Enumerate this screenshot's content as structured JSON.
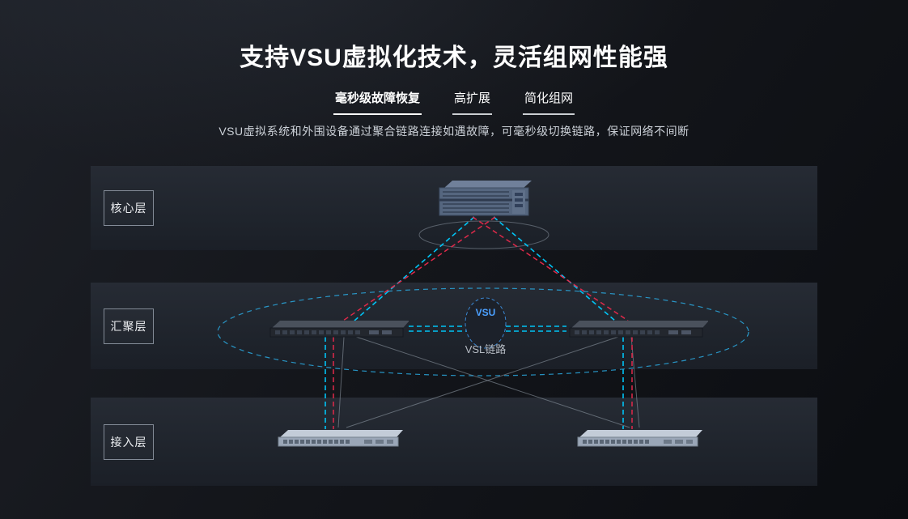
{
  "page": {
    "title": "支持VSU虚拟化技术，灵活组网性能强",
    "tabs": [
      {
        "label": "毫秒级故障恢复",
        "active": true
      },
      {
        "label": "高扩展",
        "active": false
      },
      {
        "label": "简化组网",
        "active": false
      }
    ],
    "description": "VSU虚拟系统和外围设备通过聚合链路连接如遇故障，可毫秒级切换链路，保证网络不间断"
  },
  "diagram": {
    "layers": [
      {
        "label": "核心层"
      },
      {
        "label": "汇聚层"
      },
      {
        "label": "接入层"
      }
    ],
    "vsu_label": "VSU",
    "vsl_label": "VSL链路",
    "colors": {
      "accent_cyan": "#00c3f5",
      "accent_red": "#e0294a",
      "vsu_blue": "#4ba0ff",
      "gray_line": "#97a0ab"
    }
  }
}
